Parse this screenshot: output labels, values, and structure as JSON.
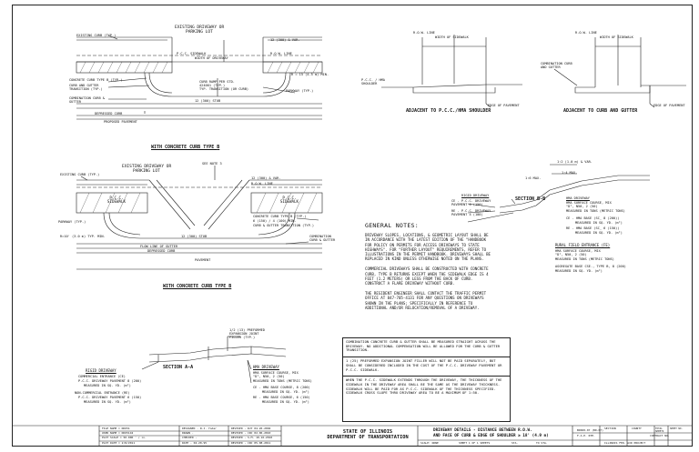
{
  "top_left": {
    "labels": {
      "existing_curb": "EXISTING CURB (TYP.)",
      "existing_driveway": "EXISTING DRIVEWAY OR",
      "parking_lot": "PARKING LOT",
      "dim_12": "12 (300) & VAR.",
      "row_line": "R.O.W. LINE",
      "pcc_sidewalk": "P.C.C. SIDEWALK",
      "width_of_driveway": "WIDTH OF DRIVEWAY",
      "curb_type_b": "CONCRETE CURB TYPE B (TYP.)",
      "curb_transition": "CURB AND GUTTER TRANSITION (TYP.)",
      "curb_ramp": "CURB RAMP PER STD. 424001 (TYP.)",
      "transition": "TYP. TRANSITION (OR CURB)",
      "radius": "R = 15 (4.5 m) MIN.",
      "parkway": "PARKWAY (TYP.)",
      "combination": "COMBINATION CURB & GUTTER",
      "stub": "12 (300) STUB",
      "depressed_curb": "DEPRESSED CURB",
      "pavement": "PROPOSED PAVEMENT"
    },
    "caption_prefix": "WITH CONCRETE CURB TYPE ",
    "caption_code": "B"
  },
  "top_right": {
    "left": {
      "row_line": "R.O.W. LINE",
      "width_sidewalk": "WIDTH OF SIDEWALK",
      "pcc_shoulder": "P.C.C. / HMA SHOULDER",
      "edge": "EDGE OF PAVEMENT",
      "caption": "ADJACENT TO P.C.C./HMA SHOULDER"
    },
    "right": {
      "row_line": "R.O.W. LINE",
      "width_sidewalk": "WIDTH OF SIDEWALK",
      "combination": "COMBINATION CURB AND GUTTER",
      "edge": "EDGE OF PAVEMENT",
      "caption": "ADJACENT TO CURB AND GUTTER"
    }
  },
  "middle_left": {
    "labels": {
      "existing_curb": "EXISTING CURB (TYP.)",
      "existing_driveway": "EXISTING DRIVEWAY OR",
      "parking_lot": "PARKING LOT",
      "see_note": "SEE NOTE 3",
      "dim_12": "12 (300) & VAR.",
      "row_line": "R.O.W. LINE",
      "pcc_sidewalk_l": "P.C.C. SIDEWALK",
      "pcc_sidewalk_r": "P.C.C. SIDEWALK",
      "parkway": "PARKWAY (TYP.)",
      "curb_type_b": "CONCRETE CURB TYPE B (TYP.)",
      "six_four": "6 (150) / 4 (100) MIN.",
      "curb_gutter_transition": "CURB & GUTTER TRANSITION (TYP.)",
      "radius": "R=10' (3.0 m) TYP. MIN.",
      "stub": "12 (300) STUB",
      "combination": "COMBINATION CURB & GUTTER",
      "flow_line": "FLOW LINE OF GUTTER",
      "depressed_curb": "DEPRESSED CURB",
      "pavement": "PAVEMENT"
    },
    "caption_prefix": "WITH CONCRETE CURB TYPE ",
    "caption_code": "B"
  },
  "section_bb": {
    "title": "SECTION B-B",
    "slope_top": "1:2 (1.0 m) & VAR.",
    "slope_mid": "1:6 MAX.",
    "max": "1:4 MAX.",
    "rigid": "RIGID DRIVEWAY",
    "comm": "CE - P.C.C. DRIVEWAY PAVEMENT 6 (150)",
    "res": "RE - P.C.C. DRIVEWAY PAVEMENT 4 (100)",
    "hma": "HMA DRIVEWAY",
    "hma_surface": "HMA SURFACE COURSE, MIX \"D\", N50, 2 (50)",
    "measured": "MEASURED IN TONS (METRIC TONS)",
    "hma_base_c": "CE - HMA BASE (SC_ 8 (200))",
    "meas_c": "MEASURED IN SQ. YD. (m²)",
    "hma_base_r": "RE - HMA BASE (SC_ 6 (150))",
    "meas_r": "MEASURED IN SQ. YD. (m²)"
  },
  "rural": {
    "title": "RURAL FIELD ENTRANCE (FE)",
    "hma_surface": "HMA SURFACE COURSE, MIX \"D\", N50, 2 (50)",
    "meas_t": "MEASURED IN TONS (METRIC TONS)",
    "agg": "AGGREGATE BASE CSE., TYPE B, 8 (200)",
    "meas_sq": "MEASURED IN SQ. YD. (m²)"
  },
  "general_notes": {
    "title": "GENERAL NOTES:",
    "n1": "DRIVEWAY SLOPES, LOCATIONS, & GEOMETRIC LAYOUT SHALL BE IN ACCORDANCE WITH THE LATEST EDITION OF THE \"HANDBOOK FOR POLICY ON PERMITS FOR ACCESS DRIVEWAYS TO STATE HIGHWAYS\". FOR \"FURTHER LAYOUT\" REQUIREMENTS, REFER TO ILLUSTRATIONS IN THE PERMIT HANDBOOK. DRIVEWAYS SHALL BE REPLACED IN KIND UNLESS OTHERWISE NOTED ON THE PLANS.",
    "n2": "COMMERCIAL DRIVEWAYS SHALL BE CONSTRUCTED WITH CONCRETE CURB, TYPE B RETURNS EXCEPT WHEN THE SIDEWALK EDGE IS 4 FEET (1.2 METERS) OR LESS FROM THE BACK OF CURB. CONSTRUCT A FLARE DRIVEWAY WITHOUT CURB.",
    "n3": "THE RESIDENT ENGINEER SHALL CONTACT THE TRAFFIC PERMIT OFFICE AT 847-705-4131 FOR ANY QUESTIONS ON DRIVEWAYS SHOWN IN THE PLANS; SPECIFICALLY IN REFERENCE TO ADDITIONAL AND/OR RELOCATION/REMOVAL OF A DRIVEWAY."
  },
  "section_aa": {
    "expansion": "1/2 (13) PREFORMED EXPANSION JOINT FILLER (TYP.)",
    "title": "SECTION A-A",
    "rigid": "RIGID DRIVEWAY",
    "comm": "COMMERCIAL ENTRANCE (CE)",
    "comm_pcc": "P.C.C. DRIVEWAY PAVEMENT 8 (200)",
    "meas1": "MEASURED IN SQ. YD. (m²)",
    "res": "NON-COMMERCIAL ENTRANCE (RE)",
    "res_pcc": "P.C.C. DRIVEWAY PAVEMENT 6 (150)",
    "meas2": "MEASURED IN SQ. YD. (m²)",
    "hma": "HMA DRIVEWAY",
    "hma_surface": "HMA SURFACE COURSE, MIX \"D\", N50, 2 (50)",
    "meas_t": "MEASURED IN TONS (METRIC TONS)",
    "ce": "CE - HMA BASE COURSE, 8 (200)",
    "ce_m": "MEASURED IN SQ. YD. (m²)",
    "re": "RE - HMA BASE COURSE, 6 (150)",
    "re_m": "MEASURED IN SQ. YD. (m²)"
  },
  "notebox": {
    "p1": "COMBINATION CONCRETE CURB & GUTTER SHALL BE MEASURED STRAIGHT ACROSS THE DRIVEWAY. NO ADDITIONAL COMPENSATION WILL BE ALLOWED FOR THE CURB & GUTTER TRANSITION.",
    "p2": "1 (25) PREFORMED EXPANSION JOINT FILLER WILL NOT BE PAID SEPARATELY, BUT SHALL BE CONSIDERED INCLUDED IN THE COST OF THE P.C.C. DRIVEWAY PAVEMENT OR P.C.C. SIDEWALK.",
    "p3": "WHEN THE P.C.C. SIDEWALK EXTENDS THROUGH THE DRIVEWAY, THE THICKNESS OF THE SIDEWALK IN THE DRIVEWAY AREA SHALL BE THE SAME AS THE DRIVEWAY THICKNESS. SIDEWALK WILL BE PAID FOR AS P.C.C. SIDEWALK OF THE THICKNESS SPECIFIED. SIDEWALK CROSS SLOPE THRU DRIVEWAY AREA TO BE A MAXIMUM OF 1:50."
  },
  "title_block": {
    "file_name": "FILE NAME = DDO51",
    "user": "USER NAME = DDO5142",
    "plot_scale": "PLOT SCALE = 50.000 ' / in.",
    "plot_date": "PLOT DATE = 2/8/2011",
    "designed": "DESIGNED - R.J. Yoder",
    "drawn": "DRAWN -",
    "checked": "CHECKED -",
    "date": "DATE - 04-20-95",
    "revised1": "REVISED - RJY 04-26-2004",
    "revised2": "REVISED - CRC 02-06-2010",
    "revised3": "REVISED - S.M. 10-16-2010",
    "revised4": "REVISED - CRC 05-08-2011",
    "state": "STATE OF ILLINOIS",
    "dept": "DEPARTMENT OF TRANSPORTATION",
    "title1": "DRIVEWAY DETAILS - DISTANCE BETWEEN R.O.W.",
    "title2": "AND FACE OF CURB & EDGE OF SHOULDER ≥ 18' (4.9 m)",
    "scale": "SCALE: NONE",
    "sheet": "SHEET 1 OF 1 SHEETS",
    "sta": "STA.",
    "to_sta": "TO STA.",
    "code": "BD600-07 (BD-07)",
    "fap": "F.A.P. RTE.",
    "section": "SECTION",
    "county": "COUNTY",
    "total": "TOTAL SHEETS",
    "sheet_no": "SHEET NO.",
    "contract": "CONTRACT NO.",
    "illinois": "ILLINOIS FED. AID PROJECT"
  }
}
